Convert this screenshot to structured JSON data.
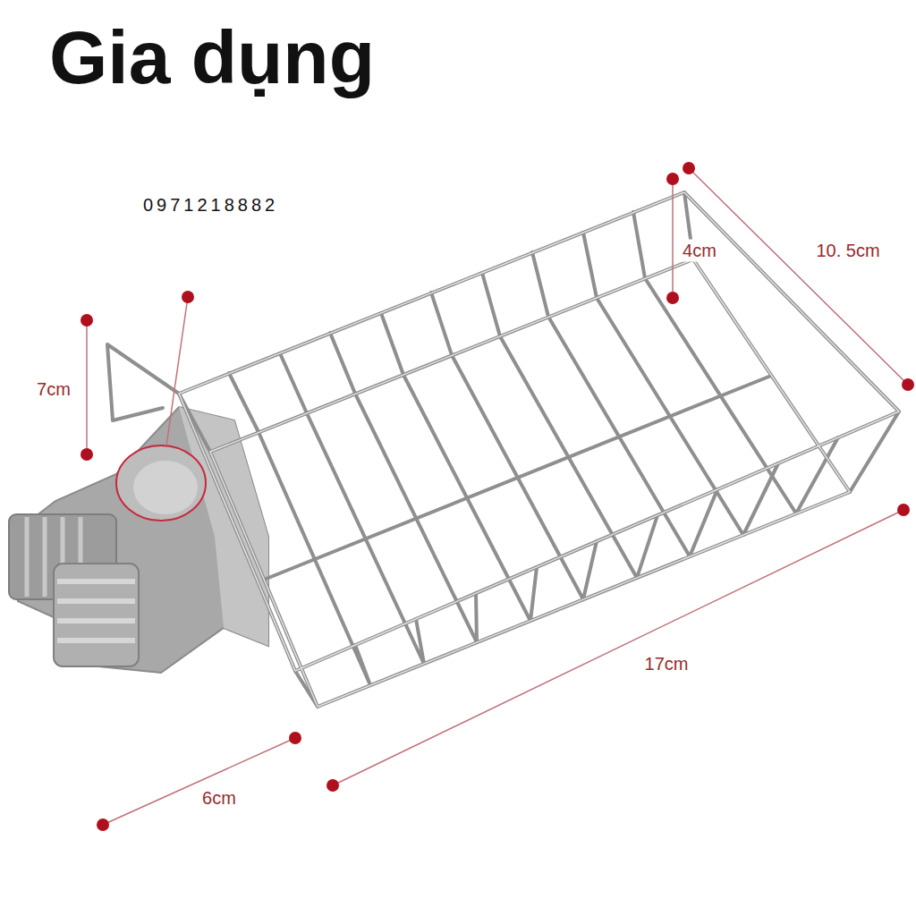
{
  "diagram": {
    "title": "Gia dụng",
    "labels": [
      "0971218882",
      "7cm",
      "4cm",
      "10. 5cm",
      "17cm",
      "6cm"
    ]
  }
}
